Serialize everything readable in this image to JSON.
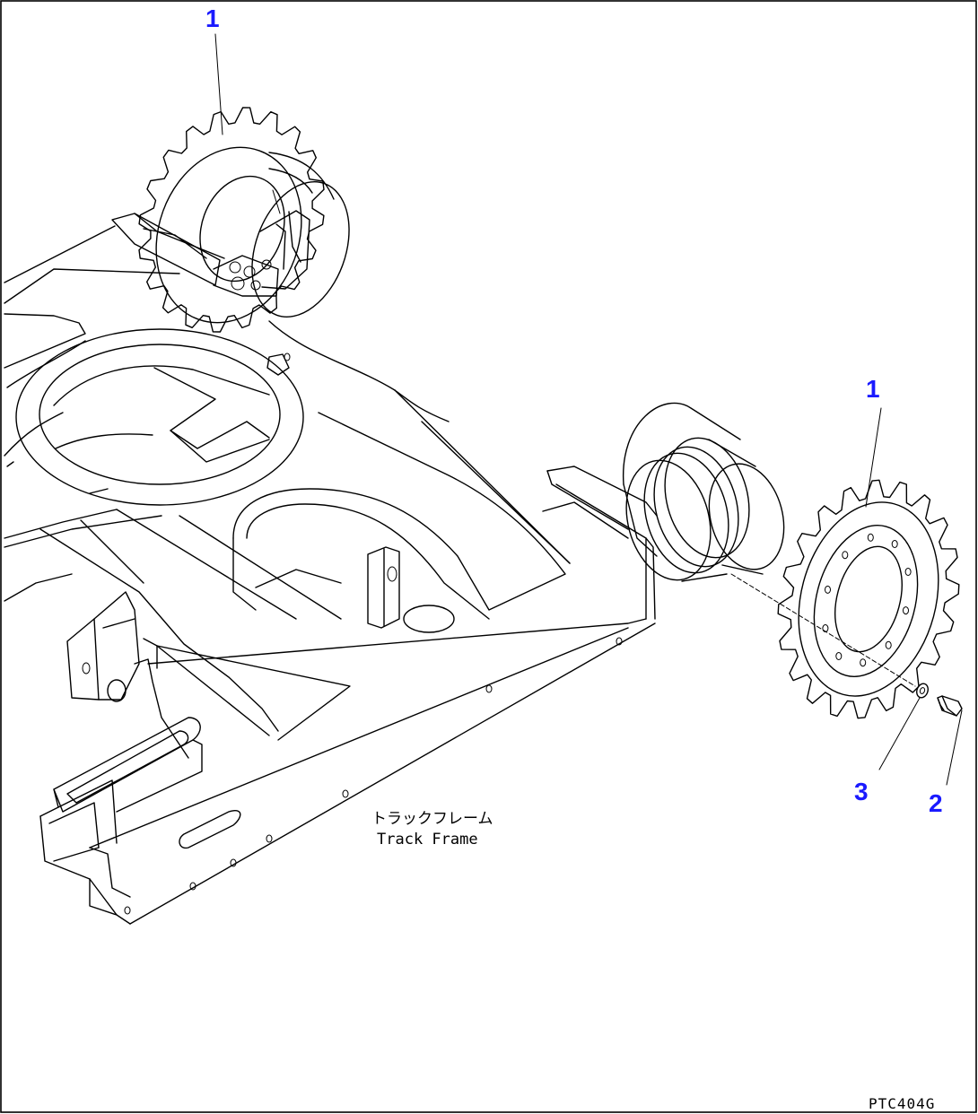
{
  "callouts": {
    "top_sprocket": "1",
    "right_sprocket": "1",
    "bolt": "2",
    "washer": "3"
  },
  "frame_label": {
    "japanese": "トラックフレーム",
    "english": "Track Frame"
  },
  "drawing_code": "PTC404G",
  "colors": {
    "callout": "#1a1aff",
    "line": "#000000",
    "background": "#ffffff"
  }
}
